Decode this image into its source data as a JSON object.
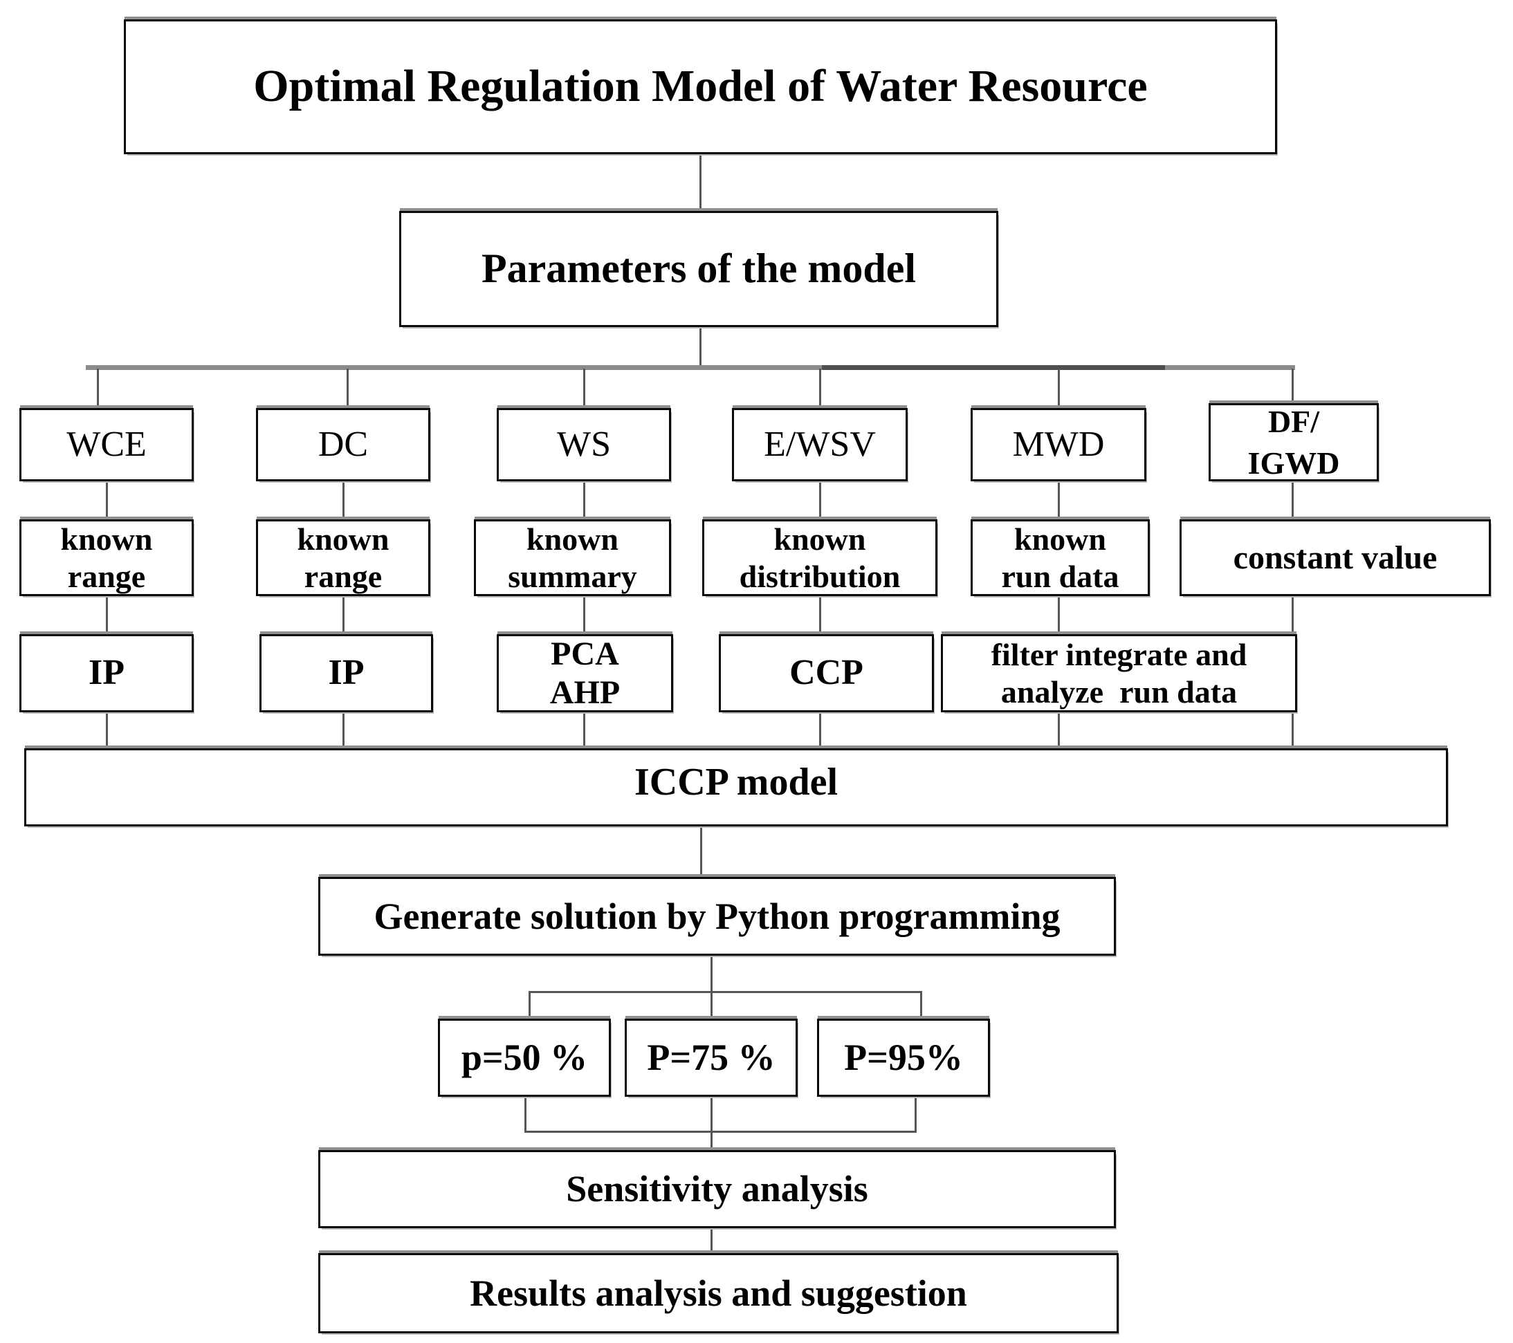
{
  "diagram": {
    "root_label": "Optimal Regulation Model of Water Resource",
    "parameters_label": "Parameters of the model",
    "branches": [
      {
        "param": "WCE",
        "qualifier": "known\nrange",
        "method": "IP"
      },
      {
        "param": "DC",
        "qualifier": "known\nrange",
        "method": "IP"
      },
      {
        "param": "WS",
        "qualifier": "known\nsummary",
        "method": "PCA\nAHP"
      },
      {
        "param": "E/WSV",
        "qualifier": "known\ndistribution",
        "method": "CCP"
      },
      {
        "param": "MWD",
        "qualifier": "known\nrun data",
        "method": "filter integrate and\nanalyze  run data"
      },
      {
        "param": "DF/\nIGWD",
        "qualifier": "constant value"
      }
    ],
    "iccp_label": "ICCP model",
    "generate_label": "Generate solution by Python programming",
    "scenarios": [
      {
        "label": "p=50 %"
      },
      {
        "label": "P=75 %"
      },
      {
        "label": "P=95%"
      }
    ],
    "sensitivity_label": "Sensitivity analysis",
    "results_label": "Results analysis and suggestion",
    "colors": {
      "background": "#ffffff",
      "box_border": "#0a0a0a",
      "box_shadow": "#909090",
      "connector_line": "#565656",
      "distributor_line": "#8c8c8c",
      "text": "#000000"
    }
  }
}
